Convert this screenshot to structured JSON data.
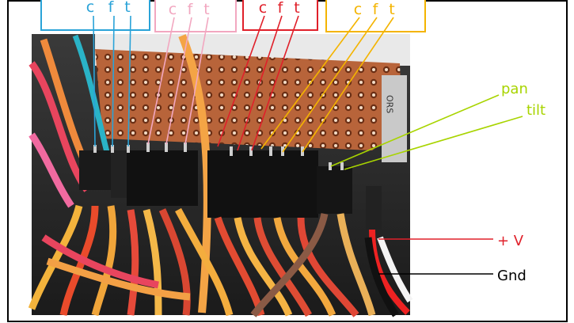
{
  "groups": [
    {
      "id": "blue",
      "letters": [
        "c",
        "f",
        "t"
      ],
      "color": "#2aa3d8"
    },
    {
      "id": "pink",
      "letters": [
        "c",
        "f",
        "t"
      ],
      "color": "#f2a7c0"
    },
    {
      "id": "red",
      "letters": [
        "c",
        "f",
        "t"
      ],
      "color": "#e0202a"
    },
    {
      "id": "orange",
      "letters": [
        "c",
        "f",
        "t"
      ],
      "color": "#f4b400"
    }
  ],
  "callouts": {
    "pan": {
      "label": "pan",
      "color": "#a8d400"
    },
    "tilt": {
      "label": "tilt",
      "color": "#a8d400"
    },
    "vplus": {
      "label": "+ V",
      "color": "#e0202a"
    },
    "gnd": {
      "label": "Gnd",
      "color": "#000000"
    }
  },
  "board_marking": "ORS"
}
